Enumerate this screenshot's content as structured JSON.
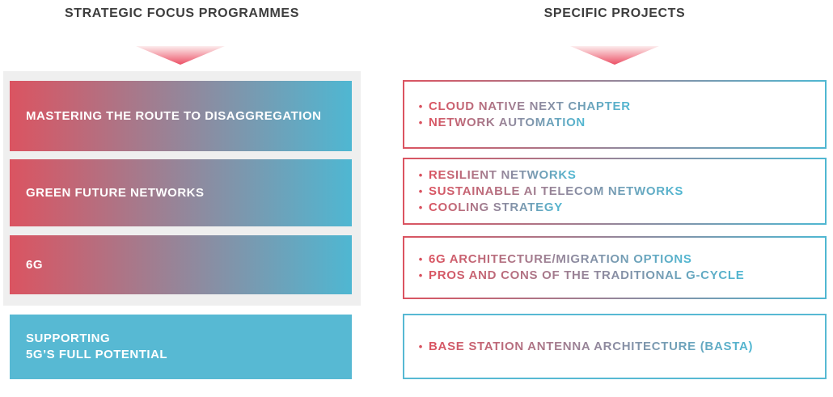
{
  "left_column": {
    "header": "STRATEGIC FOCUS PROGRAMMES",
    "programmes": [
      {
        "label": "MASTERING THE ROUTE TO DISAGGREGATION"
      },
      {
        "label": "GREEN FUTURE NETWORKS"
      },
      {
        "label": "6G"
      },
      {
        "label": "SUPPORTING\n5G’S FULL POTENTIAL"
      }
    ]
  },
  "right_column": {
    "header": "SPECIFIC PROJECTS",
    "project_groups": [
      {
        "items": [
          "CLOUD NATIVE NEXT CHAPTER",
          "NETWORK AUTOMATION"
        ]
      },
      {
        "items": [
          "RESILIENT NETWORKS",
          "SUSTAINABLE AI TELECOM NETWORKS",
          "COOLING STRATEGY"
        ]
      },
      {
        "items": [
          "6G ARCHITECTURE/MIGRATION OPTIONS",
          "PROS AND CONS OF THE TRADITIONAL G-CYCLE"
        ]
      },
      {
        "items": [
          "BASE STATION ANTENNA ARCHITECTURE (BASTA)"
        ]
      }
    ]
  },
  "icons": {
    "bullet": "•"
  },
  "colors": {
    "red": "#db5461",
    "teal": "#4fb7d2",
    "solid_teal": "#57b9d3",
    "panel_gray": "#efefef",
    "heading": "#3d3d3d",
    "bar_text": "#ffffff",
    "bullet": "#d9525f",
    "arrow_top": "#fceced",
    "arrow_bottom": "#ec5065"
  }
}
